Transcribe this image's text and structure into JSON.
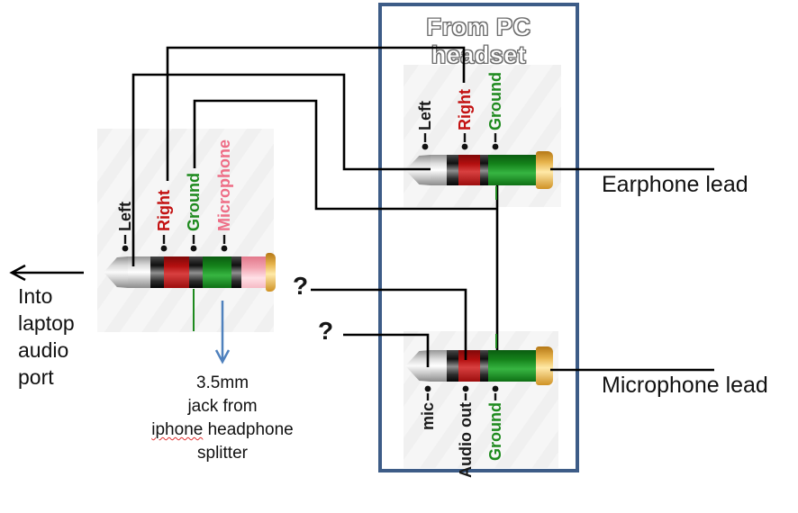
{
  "pc_headset_box": {
    "title": "From PC headset"
  },
  "annotations": {
    "earphone_lead": "Earphone lead",
    "microphone_lead": "Microphone lead",
    "into_laptop_lines": [
      "Into",
      "laptop",
      "audio",
      "port"
    ],
    "splitter_note": {
      "line1": "3.5mm",
      "line2": "jack from",
      "line3_word1": "iphone",
      "line3_rest": " headphone",
      "line4": "splitter"
    },
    "question_mark_1": "?",
    "question_mark_2": "?"
  },
  "jacks": {
    "laptop_plug": {
      "description": "3.5mm TRRS plug into laptop audio port",
      "labels": [
        {
          "text": "Left",
          "color": "#1a1a1a"
        },
        {
          "text": "Right",
          "color": "#c31111"
        },
        {
          "text": "Ground",
          "color": "#1e8a1e"
        },
        {
          "text": "Microphone",
          "color": "#ee6d86"
        }
      ]
    },
    "earphone_plug": {
      "description": "3.5mm TRS earphone plug",
      "labels": [
        {
          "text": "Left",
          "color": "#1a1a1a"
        },
        {
          "text": "Right",
          "color": "#c31111"
        },
        {
          "text": "Ground",
          "color": "#1e8a1e"
        }
      ]
    },
    "microphone_plug": {
      "description": "3.5mm TRS microphone plug",
      "labels": [
        {
          "text": "mic",
          "color": "#1a1a1a"
        },
        {
          "text": "Audio out",
          "color": "#1a1a1a"
        },
        {
          "text": "Ground",
          "color": "#1e8a1e"
        }
      ]
    }
  },
  "colors": {
    "wire": "#000000",
    "box_border": "#3d5c87",
    "blue_arrow": "#4f81bd",
    "ground_stub_green": "#1e8a1e",
    "band_red": "#b30f0f",
    "band_green": "#15821b",
    "band_pink": "#f2a3b1",
    "band_gold": "#e8b54e",
    "misspell_underline": "#e03030"
  }
}
